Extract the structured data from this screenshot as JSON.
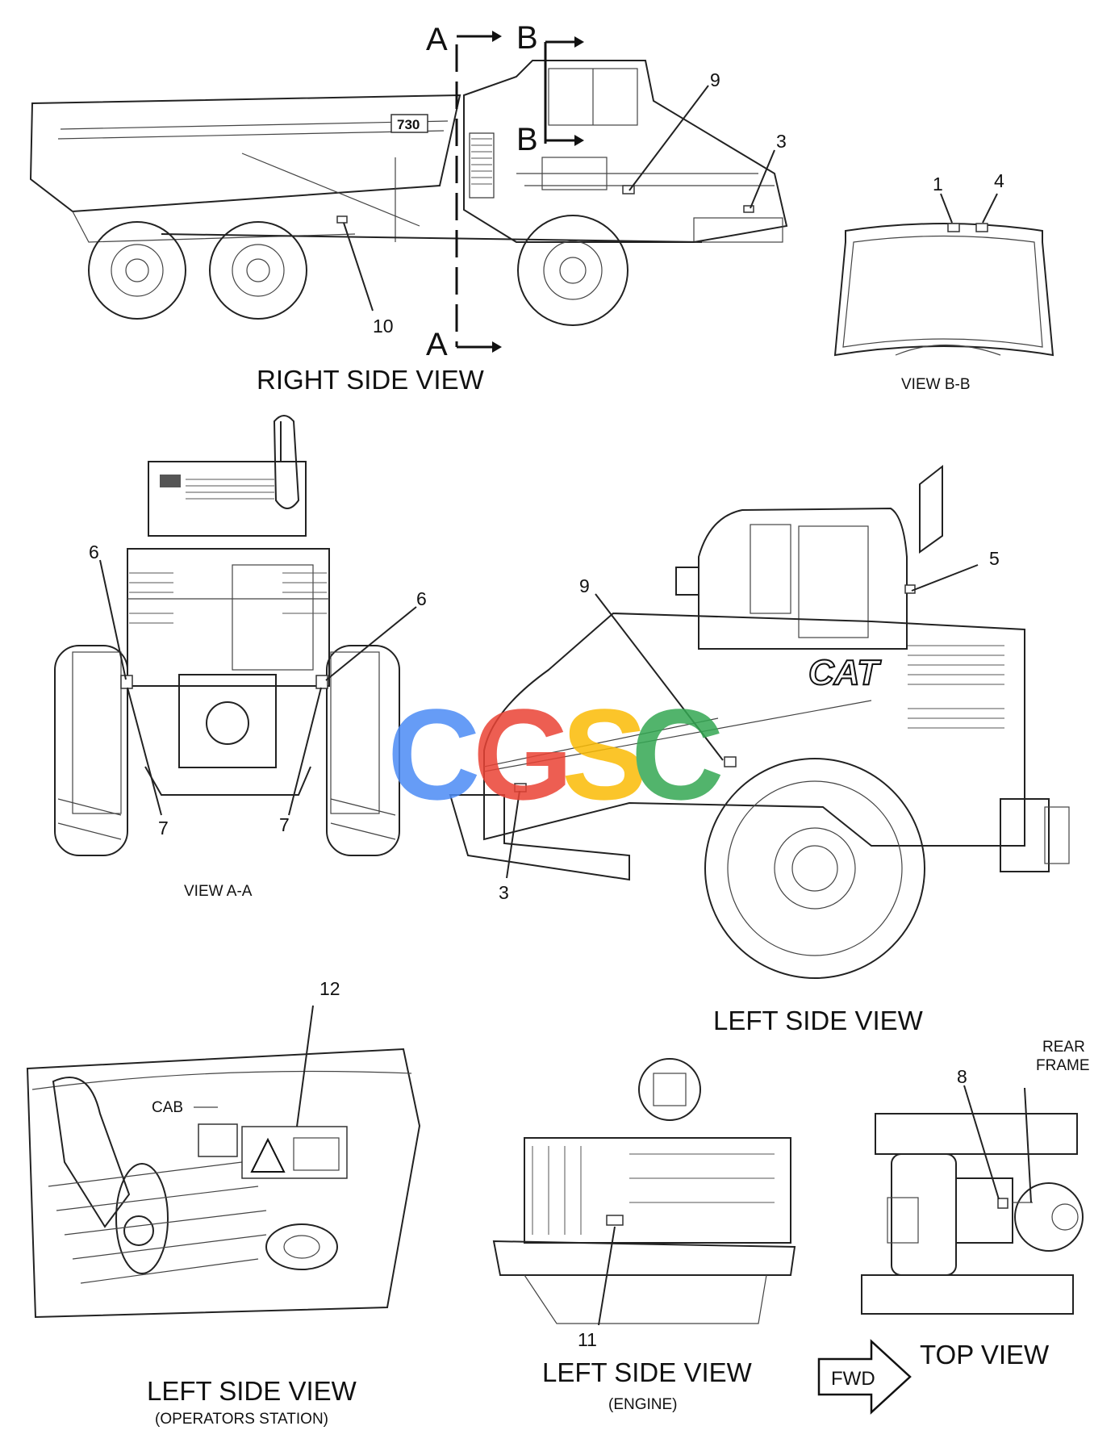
{
  "views": {
    "right_side": "RIGHT SIDE VIEW",
    "view_bb": "VIEW B-B",
    "view_aa": "VIEW A-A",
    "left_side": "LEFT SIDE VIEW",
    "left_side_operators": "LEFT SIDE VIEW",
    "operators_station": "(OPERATORS STATION)",
    "left_side_engine": "LEFT SIDE VIEW",
    "engine": "(ENGINE)",
    "top_view": "TOP VIEW"
  },
  "section_marks": {
    "a_top": "A",
    "a_bottom": "A",
    "b_top": "B",
    "b_mid": "B"
  },
  "callouts": {
    "c1": "1",
    "c3_right": "3",
    "c3_left": "3",
    "c4": "4",
    "c5": "5",
    "c6_left": "6",
    "c6_right": "6",
    "c7_left": "7",
    "c7_right": "7",
    "c8": "8",
    "c9_right": "9",
    "c9_left": "9",
    "c10": "10",
    "c11": "11",
    "c12": "12"
  },
  "labels": {
    "cab": "CAB",
    "rear": "REAR",
    "frame": "FRAME",
    "fwd": "FWD",
    "model_badge": "730",
    "brand_badge": "CAT"
  },
  "watermark": {
    "letters": [
      "C",
      "G",
      "S",
      "C"
    ],
    "colors": [
      "#4c8bf5",
      "#ea4335",
      "#fbbc05",
      "#34a853"
    ]
  }
}
